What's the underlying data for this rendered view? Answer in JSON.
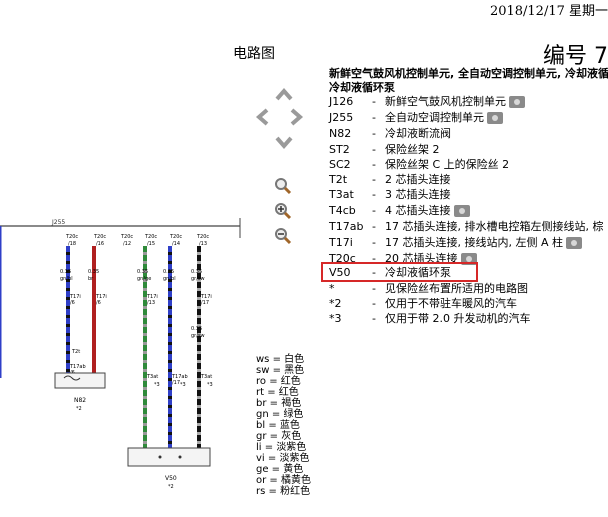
{
  "header": {
    "date": "2018/12/17 星期一",
    "doc_title": "电路图",
    "number_label": "编号 7"
  },
  "headline": {
    "line1": "新鲜空气鼓风机控制单元, 全自动空调控制单元, 冷却液循",
    "line2": "冷却液循环泵"
  },
  "legend": [
    {
      "code": "J126",
      "desc": "新鲜空气鼓风机控制单元",
      "photo": true
    },
    {
      "code": "J255",
      "desc": "全自动空调控制单元",
      "photo": true
    },
    {
      "code": "N82",
      "desc": "冷却液断流阀",
      "photo": false
    },
    {
      "code": "ST2",
      "desc": "保险丝架 2",
      "photo": false
    },
    {
      "code": "SC2",
      "desc": "保险丝架 C 上的保险丝 2",
      "photo": false
    },
    {
      "code": "T2t",
      "desc": "2 芯插头连接",
      "photo": false
    },
    {
      "code": "T3at",
      "desc": "3 芯插头连接",
      "photo": false
    },
    {
      "code": "T4cb",
      "desc": "4 芯插头连接",
      "photo": true
    },
    {
      "code": "T17ab",
      "desc": "17 芯插头连接, 排水槽电控箱左侧接线站, 棕",
      "photo": false
    },
    {
      "code": "T17i",
      "desc": "17 芯插头连接, 接线站内, 左侧 A 柱",
      "photo": true
    },
    {
      "code": "T20c",
      "desc": "20 芯插头连接",
      "photo": true
    },
    {
      "code": "V50",
      "desc": "冷却液循环泵",
      "photo": false,
      "highlighted": true
    },
    {
      "code": "*",
      "desc": "见保险丝布置所适用的电路图",
      "photo": false
    },
    {
      "code": "*2",
      "desc": "仅用于不带驻车暖风的汽车",
      "photo": false
    },
    {
      "code": "*3",
      "desc": "仅用于带 2.0 升发动机的汽车",
      "photo": false
    }
  ],
  "colors": [
    {
      "code": "ws",
      "name": "白色"
    },
    {
      "code": "sw",
      "name": "黑色"
    },
    {
      "code": "ro",
      "name": "红色"
    },
    {
      "code": "rt",
      "name": "红色"
    },
    {
      "code": "br",
      "name": "褐色"
    },
    {
      "code": "gn",
      "name": "绿色"
    },
    {
      "code": "bl",
      "name": "蓝色"
    },
    {
      "code": "gr",
      "name": "灰色"
    },
    {
      "code": "li",
      "name": "淡紫色"
    },
    {
      "code": "vi",
      "name": "淡紫色"
    },
    {
      "code": "ge",
      "name": "黄色"
    },
    {
      "code": "or",
      "name": "橘黄色"
    },
    {
      "code": "rs",
      "name": "粉红色"
    }
  ],
  "diagram": {
    "bus_label": "J255",
    "labels": {
      "t20c_a": "T20c",
      "t20c_b": "T20c",
      "t20c_c": "T20c",
      "t20c_d": "T20c",
      "t20c_e": "T20c",
      "t20c_f": "T20c",
      "pin_a": "/18",
      "pin_b": "/16",
      "pin_c": "/15",
      "pin_d": "/14",
      "pin_e": "/13",
      "pin_f": "/12",
      "w1": "0.35",
      "w2": "0.35",
      "w3": "0.35",
      "w4": "0.35",
      "w5": "0.35",
      "w6": "0.35",
      "c1": "gn/bl",
      "c2": "br",
      "c3": "gn/ge",
      "c4": "gn/bl",
      "c5": "gr/sw",
      "c6": "gr/sw",
      "t17_a": "T17i",
      "t17_b": "T17i",
      "t17_c": "T17i",
      "t17_d": "T17i",
      "t17_pa": "/6",
      "t17_pb": "/6",
      "t17_pc": "/13",
      "t17_pd": "/17",
      "t17ab_a": "T17ab",
      "t17ab_b": "T17ab",
      "t17ab_pa": "/6",
      "t17ab_pb": "/17",
      "t2t": "T2t",
      "t3at_a": "T3at",
      "t3at_b": "T3at",
      "n82": "N82",
      "v50": "V50",
      "star2_a": "*2",
      "star2_b": "*2",
      "star3_a": "*3",
      "star3_b": "*3",
      "star3_c": "*3"
    }
  },
  "accent_colors": {
    "highlight_box": "#d62828",
    "wire_blue": "#2f3fc8",
    "wire_red": "#b02020",
    "wire_green": "#2f8a3a",
    "wire_black": "#111111"
  }
}
